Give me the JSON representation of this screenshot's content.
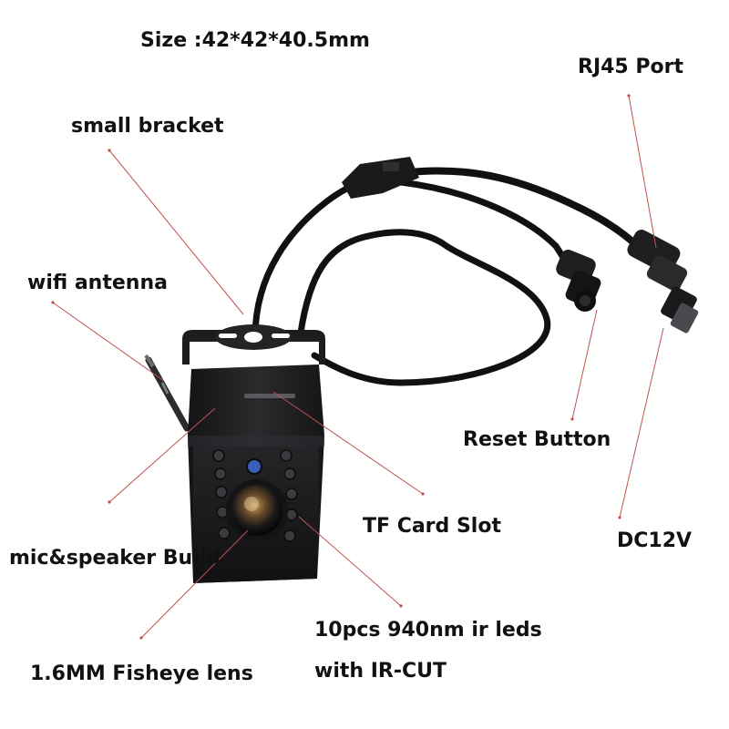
{
  "labels": {
    "size": "Size :42*42*40.5mm",
    "rj45_port": "RJ45 Port",
    "small_bracket": "small bracket",
    "wifi_antenna": "wifi antenna",
    "reset_button": "Reset Button",
    "tf_card_slot": "TF Card Slot",
    "dc12v": "DC12V",
    "mic_speaker": "mic&speaker Build",
    "ir_leds": "10pcs 940nm ir leds",
    "ir_cut": "with IR-CUT",
    "fisheye_lens": "1.6MM Fisheye lens"
  },
  "colors": {
    "background": "#ffffff",
    "text": "#111111",
    "leader_line": "#c0504d",
    "camera_body": "#1c1c1e",
    "cable": "#111111",
    "ir_led_lens": "#3a5fb8"
  }
}
